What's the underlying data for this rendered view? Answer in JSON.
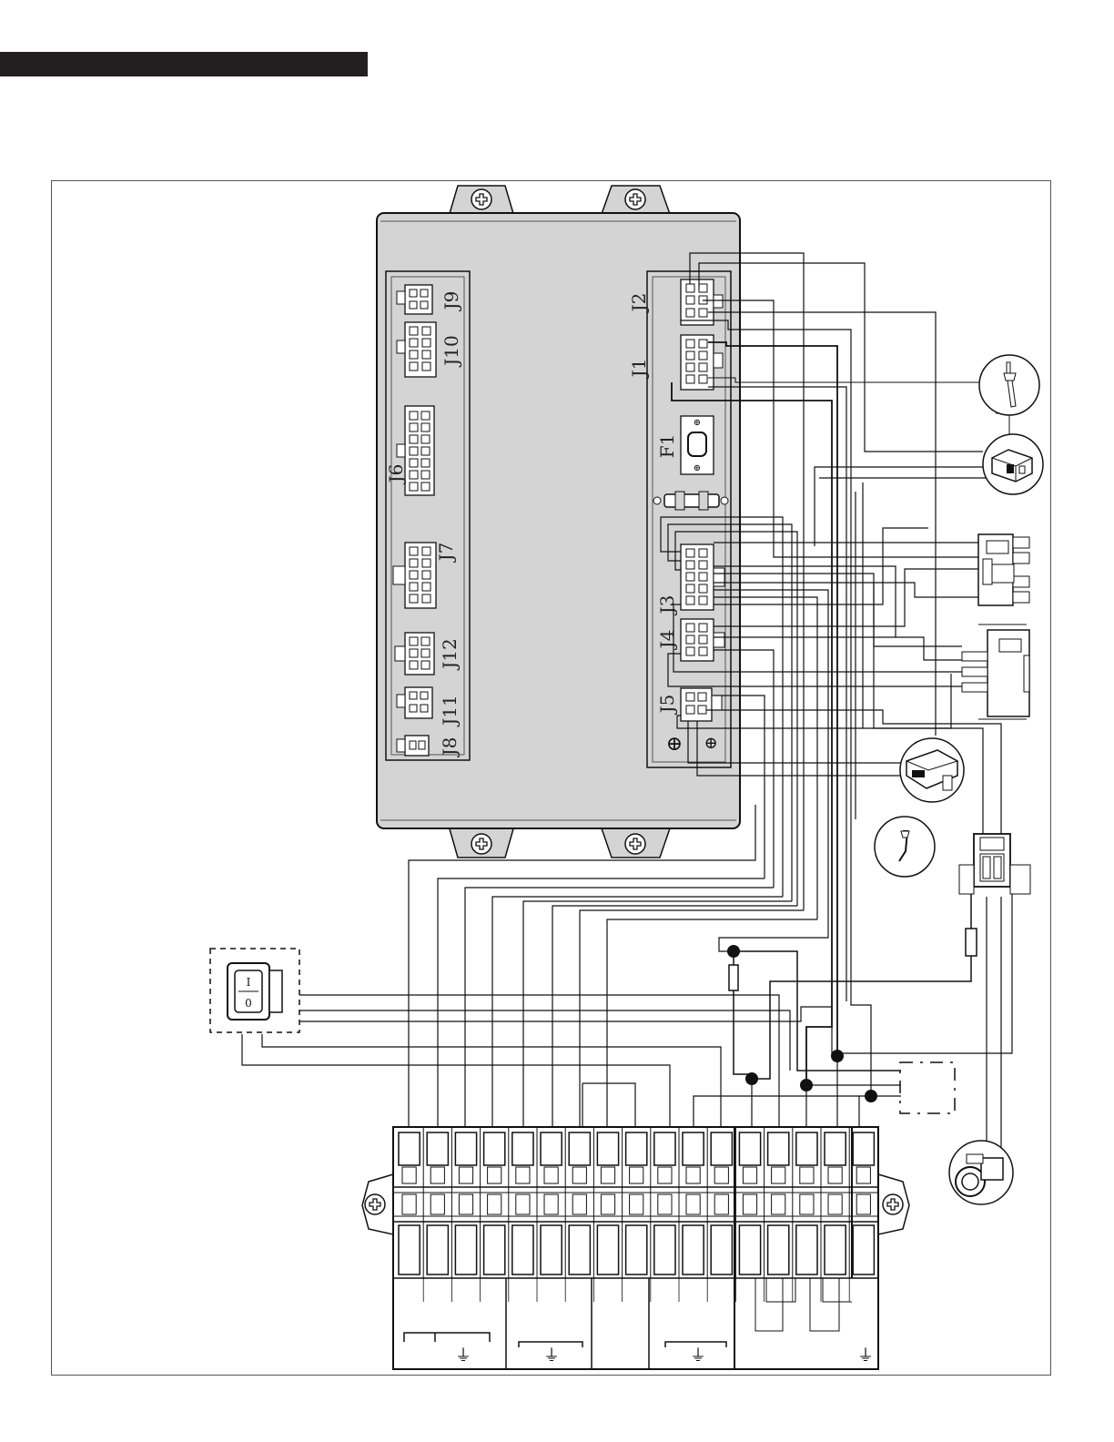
{
  "colors": {
    "header_bar": "#231f20",
    "board_fill": "#d4d4d4",
    "line": "#111111",
    "frame": "#555555"
  },
  "board": {
    "left_connectors": [
      {
        "label": "J9"
      },
      {
        "label": "J10"
      },
      {
        "label": "J6"
      },
      {
        "label": "J7"
      },
      {
        "label": "J12"
      },
      {
        "label": "J11"
      },
      {
        "label": "J8"
      }
    ],
    "right_connectors": [
      {
        "label": "J2"
      },
      {
        "label": "J1"
      },
      {
        "label": "F1"
      },
      {
        "label": "J3"
      },
      {
        "label": "J4"
      },
      {
        "label": "J5"
      }
    ]
  },
  "icons": {
    "switch": "power-switch-icon",
    "electrode": "ignition-electrode-icon",
    "gas_valve": "gas-valve-icon",
    "sensor": "flow-sensor-icon",
    "fan": "fan-connector-icon",
    "probe": "temperature-probe-icon",
    "pump": "circulation-pump-icon",
    "ground": "ground-symbol-icon"
  }
}
